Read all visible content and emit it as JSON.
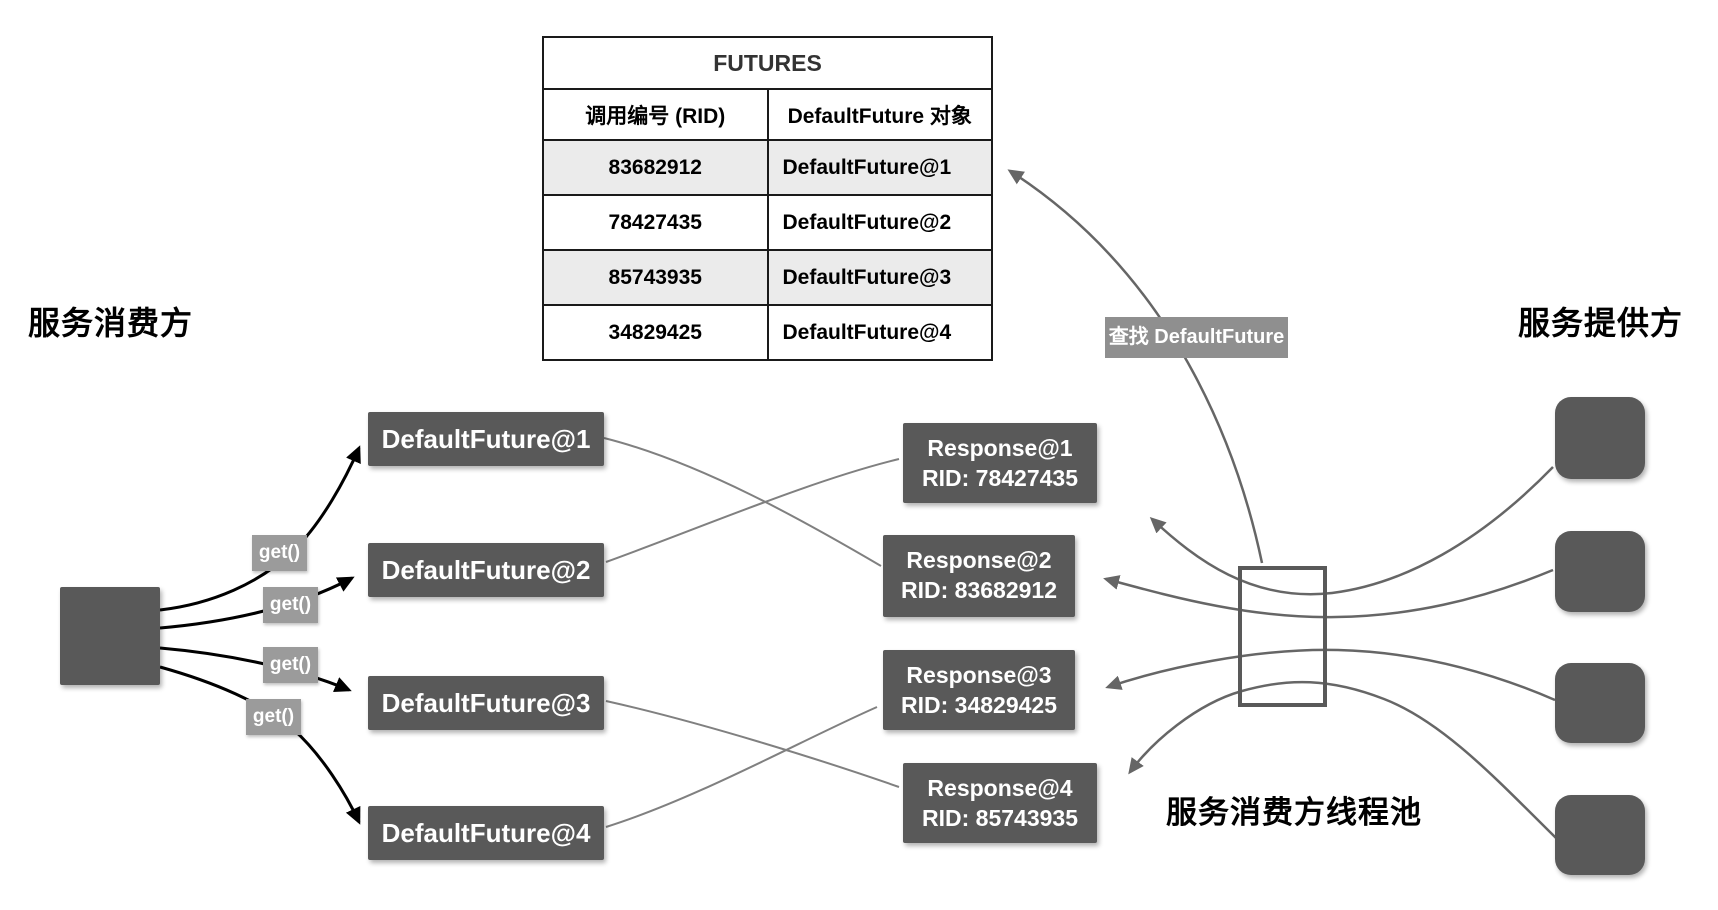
{
  "labels": {
    "consumer_side": "服务消费方",
    "provider_side": "服务提供方",
    "thread_pool": "服务消费方线程池",
    "lookup": "查找 DefaultFuture",
    "get_call": "get()"
  },
  "futures_table": {
    "title": "FUTURES",
    "columns": {
      "rid": "调用编号 (RID)",
      "future": "DefaultFuture 对象"
    },
    "rows": [
      {
        "rid": "83682912",
        "future": "DefaultFuture@1"
      },
      {
        "rid": "78427435",
        "future": "DefaultFuture@2"
      },
      {
        "rid": "85743935",
        "future": "DefaultFuture@3"
      },
      {
        "rid": "34829425",
        "future": "DefaultFuture@4"
      }
    ]
  },
  "future_boxes": [
    "DefaultFuture@1",
    "DefaultFuture@2",
    "DefaultFuture@3",
    "DefaultFuture@4"
  ],
  "response_boxes": [
    {
      "name": "Response@1",
      "rid": "RID: 78427435"
    },
    {
      "name": "Response@2",
      "rid": "RID: 83682912"
    },
    {
      "name": "Response@3",
      "rid": "RID: 34829425"
    },
    {
      "name": "Response@4",
      "rid": "RID: 85743935"
    }
  ],
  "connections": [
    {
      "from": "DefaultFuture@1",
      "to": "Response@2"
    },
    {
      "from": "DefaultFuture@2",
      "to": "Response@1"
    },
    {
      "from": "DefaultFuture@3",
      "to": "Response@4"
    },
    {
      "from": "DefaultFuture@4",
      "to": "Response@3"
    }
  ],
  "colors": {
    "box_fill": "#595959",
    "get_label_bg": "#9b9b9b",
    "lookup_label_bg": "#8f8f8f",
    "table_shaded_row": "#ebebeb",
    "black_arrow": "#000000",
    "gray_line": "#666666",
    "sketch_line": "#808080"
  }
}
